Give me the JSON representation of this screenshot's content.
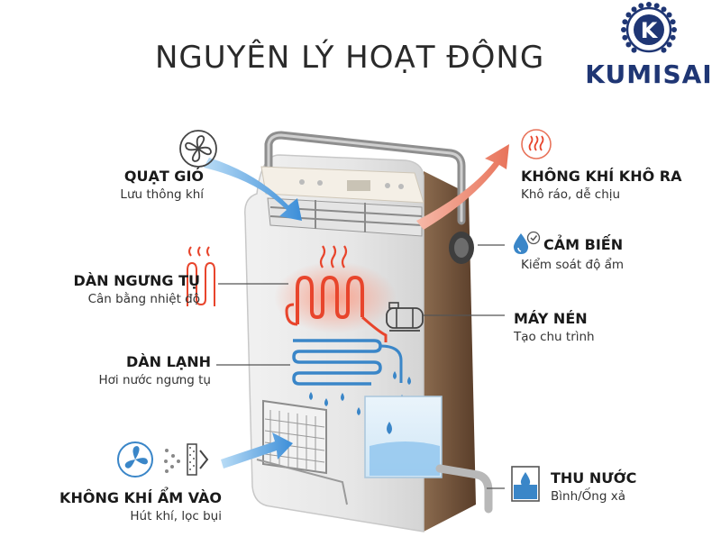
{
  "title": "NGUYÊN LÝ HOẠT ĐỘNG",
  "brand": {
    "name": "KUMISAI",
    "monogram": "K",
    "color": "#1f3674"
  },
  "labels": {
    "fan": {
      "head": "QUẠT GIÓ",
      "sub": "Lưu thông khí",
      "icon": "fan-icon"
    },
    "condenser": {
      "head": "DÀN NGƯNG TỤ",
      "sub": "Cân bằng nhiệt độ",
      "icon": "heat-coil-icon"
    },
    "evaporator": {
      "head": "DÀN LẠNH",
      "sub": "Hơi nước ngưng tụ"
    },
    "intake": {
      "head": "KHÔNG KHÍ ẨM VÀO",
      "sub": "Hút khí, lọc bụi",
      "icon": "fan-filter-icon"
    },
    "outlet": {
      "head": "KHÔNG KHÍ KHÔ RA",
      "sub": "Khô ráo, dễ chịu",
      "icon": "heat-waves-icon"
    },
    "sensor": {
      "head": "CẢM BIẾN",
      "sub": "Kiểm soát độ ẩm",
      "icon": "humidity-drop-icon"
    },
    "compressor": {
      "head": "MÁY NÉN",
      "sub": "Tạo chu trình",
      "icon": "compressor-icon"
    },
    "water": {
      "head": "THU NƯỚC",
      "sub": "Bình/Ống xả",
      "icon": "water-tank-icon"
    }
  },
  "colors": {
    "hot": "#e8452c",
    "cold": "#3a86c8",
    "arrow_in": "#3c8ed8",
    "arrow_out": "#e8735a",
    "cabinet_side": "#7a5a40"
  }
}
